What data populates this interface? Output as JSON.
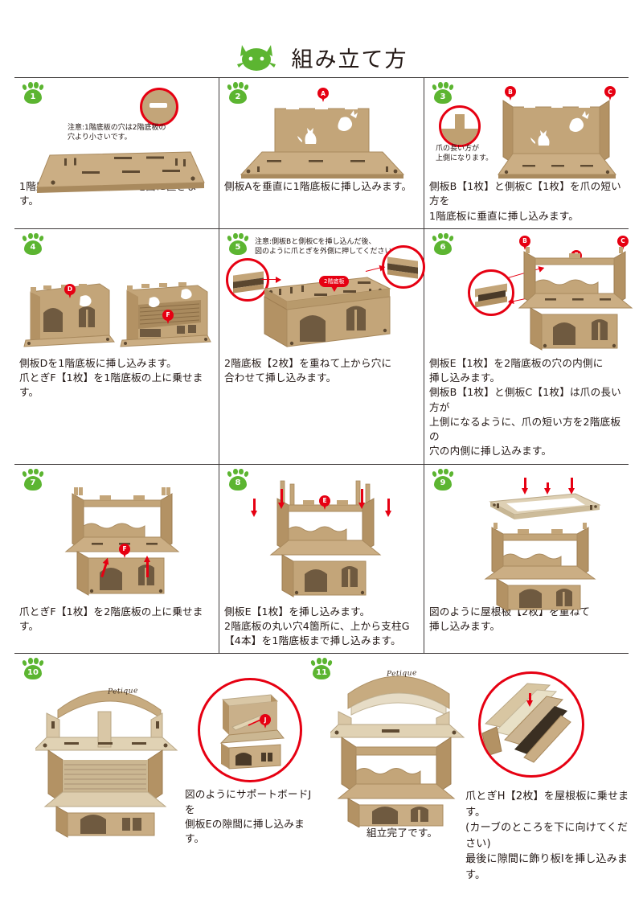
{
  "header": {
    "title": "組み立て方",
    "logo_icon": "cat-face-icon",
    "brand_color": "#5cb531"
  },
  "colors": {
    "accent_green": "#5cb531",
    "accent_red": "#e60012",
    "cardboard": "#c3a579",
    "text": "#231815"
  },
  "steps": [
    {
      "number": "1",
      "caption": "1階底板【2枚】を平たい地面に置きます。",
      "note": "注意:1階底板の穴は2階底板の\n穴より小さいです。",
      "pins": [],
      "detail_icon": "slot-hole-detail"
    },
    {
      "number": "2",
      "caption": "側板Aを垂直に1階底板に挿し込みます。",
      "note": "",
      "pins": [
        "A"
      ],
      "detail_icon": ""
    },
    {
      "number": "3",
      "caption": "側板B【1枚】と側板C【1枚】を爪の短い方を\n1階底板に垂直に挿し込みます。",
      "note": "爪の長い方が\n上側になります。",
      "pins": [
        "B",
        "C"
      ],
      "detail_icon": "tab-detail"
    },
    {
      "number": "4",
      "caption": "側板Dを1階底板に挿し込みます。\n爪とぎF【1枚】を1階底板の上に乗せます。",
      "note": "",
      "pins": [
        "D",
        "F"
      ],
      "detail_icon": ""
    },
    {
      "number": "5",
      "caption": "2階底板【2枚】を重ねて上から穴に\n合わせて挿し込みます。",
      "note": "注意:側板Bと側板Cを挿し込んだ後、\n図のように爪とぎを外側に押してください。",
      "callout": "2階底板",
      "pins": [],
      "detail_icon": "edge-push-detail"
    },
    {
      "number": "6",
      "caption": "側板E【1枚】を2階底板の穴の内側に\n挿し込みます。\n側板B【1枚】と側板C【1枚】は爪の長い方が\n上側になるように、爪の短い方を2階底板の\n穴の内側に挿し込みます。",
      "note": "",
      "pins": [
        "B",
        "E",
        "C"
      ],
      "detail_icon": "slot-inside-detail"
    },
    {
      "number": "7",
      "caption": "爪とぎF【1枚】を2階底板の上に乗せます。",
      "note": "",
      "pins": [
        "F"
      ],
      "detail_icon": ""
    },
    {
      "number": "8",
      "caption": "側板E【1枚】を挿し込みます。\n2階底板の丸い穴4箇所に、上から支柱G\n【4本】を1階底板まで挿し込みます。",
      "note": "",
      "pins": [
        "E"
      ],
      "detail_icon": ""
    },
    {
      "number": "9",
      "caption": "図のように屋根板【2枚】を重ねて\n挿し込みます。",
      "note": "",
      "pins": [],
      "detail_icon": ""
    },
    {
      "number": "10",
      "caption": "図のようにサポートボードJを\n側板Eの隙間に挿し込みます。",
      "note": "",
      "pins": [
        "J"
      ],
      "brand": "Petique",
      "detail_icon": "support-board-detail"
    },
    {
      "number": "11",
      "caption_center": "組立完了です。",
      "caption": "爪とぎH【2枚】を屋根板に乗せます。\n(カーブのところを下に向けてください)\n最後に隙間に飾り板Iを挿し込みます。",
      "note": "",
      "pins": [],
      "brand": "Petique",
      "detail_icon": "scratcher-stack-detail"
    }
  ]
}
